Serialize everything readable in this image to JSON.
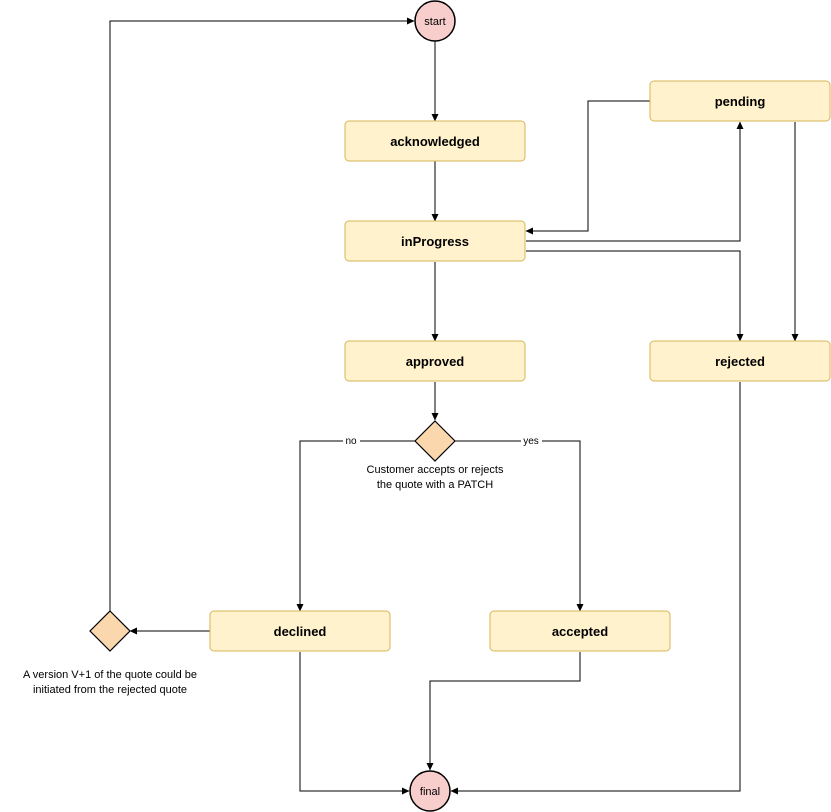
{
  "nodes": {
    "start": "start",
    "acknowledged": "acknowledged",
    "inProgress": "inProgress",
    "pending": "pending",
    "approved": "approved",
    "rejected": "rejected",
    "declined": "declined",
    "accepted": "accepted",
    "final": "final"
  },
  "decisions": {
    "customer_note_line1": "Customer accepts or rejects",
    "customer_note_line2": "the quote with a PATCH",
    "version_note_line1": "A version V+1 of the quote could be",
    "version_note_line2": "initiated from the rejected quote"
  },
  "edge_labels": {
    "no": "no",
    "yes": "yes"
  },
  "colors": {
    "state_fill": "#fff2cc",
    "state_stroke": "#d6b656",
    "terminal_fill": "#f8cecc",
    "decision_fill": "#fad7ac"
  }
}
